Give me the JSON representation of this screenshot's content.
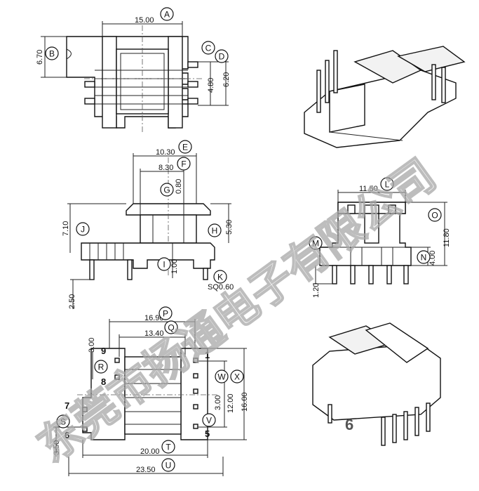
{
  "dimensions": {
    "A": "15.00",
    "B": "6.70",
    "CD1": "4.80",
    "CD2": "6.20",
    "E": "10.30",
    "F": "8.30",
    "G": "0.80",
    "H": "5.30",
    "I": "1.00",
    "J": "7.10",
    "K": "SQ0.60",
    "K_lower": "2.50",
    "L": "11.50",
    "O": "11.80",
    "N": "4.00",
    "M_lower": "1.20",
    "P": "16.90",
    "Q": "13.40",
    "R": "3.00",
    "W": "3.00",
    "X": "12.00",
    "X_outer": "16.00",
    "S": "3.50",
    "T": "20.00",
    "U": "23.50"
  },
  "letters": [
    "A",
    "B",
    "C",
    "D",
    "E",
    "F",
    "G",
    "H",
    "I",
    "J",
    "K",
    "L",
    "M",
    "N",
    "O",
    "P",
    "Q",
    "R",
    "S",
    "T",
    "U",
    "V",
    "W",
    "X"
  ],
  "pins": {
    "p1": "1",
    "p5": "5",
    "p6": "6",
    "p7": "7",
    "p8": "8",
    "p9": "9"
  },
  "watermark": "东莞市扬通电子有限公司",
  "model_number": "6"
}
